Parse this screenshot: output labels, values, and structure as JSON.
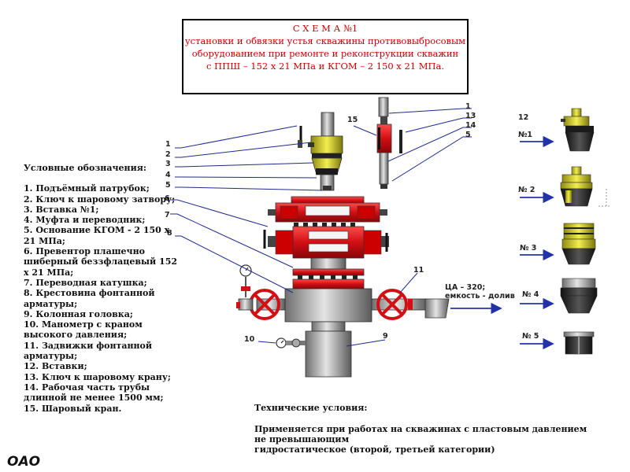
{
  "title": {
    "lines": [
      "С Х Е М А №1",
      "установки и обвязки устья скважины  противовыбросовым",
      "оборудованием при ремонте и реконструкции скважин",
      "с ППШ – 152 х 21 МПа и КГОМ – 2 150 х 21 МПа."
    ]
  },
  "legend": {
    "heading": "Условные обозначения:",
    "items": [
      "1. Подъёмный патрубок;",
      "2. Ключ к шаровому затвору;",
      "3. Вставка №1;",
      "4. Муфта и переводник;",
      "5. Основание КГОМ - 2 150 х 21 МПа;",
      "6. Превентор плашечно шиберный беззфлацевый 152 х 21 МПа;",
      "7. Переводная катушка;",
      "8. Крестовина фонтанной арматуры;",
      "9. Колонная головка;",
      "10. Манометр с краном высокого давления;",
      "11. Задвижки фонтанной арматуры;",
      "12. Вставки;",
      "13. Ключ к шаровому крану;",
      "14. Рабочая часть трубы длинной не менее 1500 мм;",
      "15. Шаровый кран."
    ]
  },
  "tech": {
    "heading": "Технические условия:",
    "line1": "Применяется при работах на скважинах с пластовым давлением не превышающим",
    "line2": "гидростатическое (второй, третьей категории)"
  },
  "corp": "ОАО",
  "labels": {
    "left": [
      "1",
      "2",
      "3",
      "4",
      "5",
      "6",
      "7",
      "8"
    ],
    "right": [
      "1",
      "13",
      "14",
      "5"
    ],
    "n15": "15",
    "n12": "12",
    "n11": "11",
    "n10": "10",
    "n9": "9",
    "outlet_line1": "ЦА – 320;",
    "outlet_line2": "емкость - долив"
  },
  "inserts": [
    "№1",
    "№ 2",
    "№ 3",
    "№ 4",
    "№ 5"
  ],
  "colors": {
    "accent_red": "#e8141b",
    "pipe_grey": "#a8a8a8",
    "insert_yellow": "#e6e12a",
    "arrow_blue": "#2233aa"
  }
}
